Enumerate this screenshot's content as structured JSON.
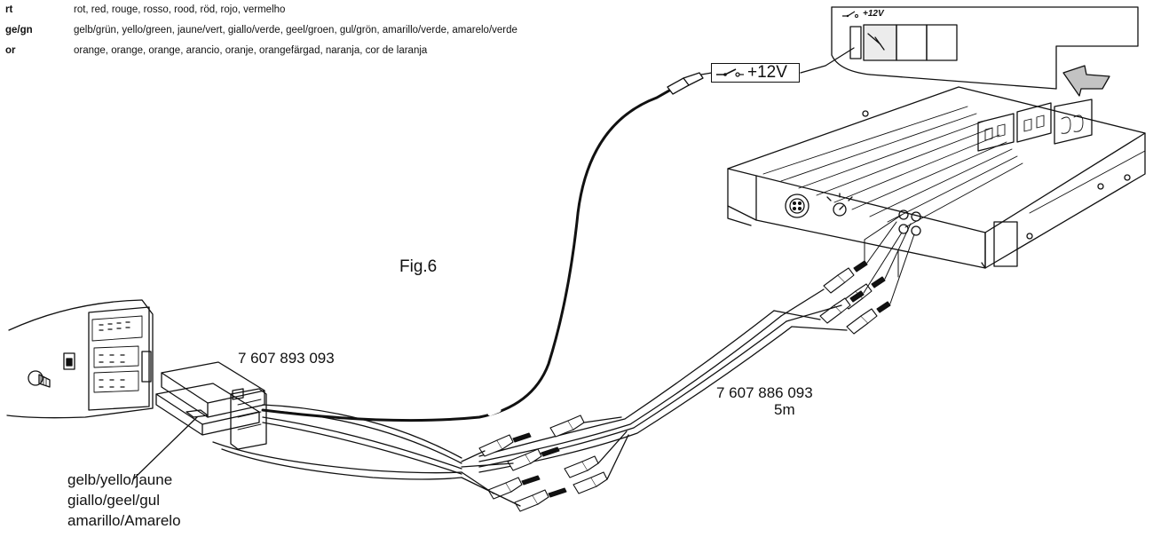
{
  "legend": [
    {
      "code": "rt",
      "desc": "rot, red, rouge, rosso, rood, röd, rojo, vermelho"
    },
    {
      "code": "ge/gn",
      "desc": "gelb/grün, yello/green, jaune/vert, giallo/verde, geel/groen, gul/grön, amarillo/verde, amarelo/verde"
    },
    {
      "code": "or",
      "desc": "orange, orange, orange, arancio, oranje, orangefärgad, naranja, cor de laranja"
    }
  ],
  "figure_label": "Fig.6",
  "part_adapter": "7 607 893 093",
  "part_cable": "7 607 886 093",
  "cable_length": "5m",
  "switch_box_voltage": "+12V",
  "amp_voltage": "+12V",
  "wire_color_lines": [
    "gelb/yello/jaune",
    "giallo/geel/gul",
    "amarillo/Amarelo"
  ]
}
